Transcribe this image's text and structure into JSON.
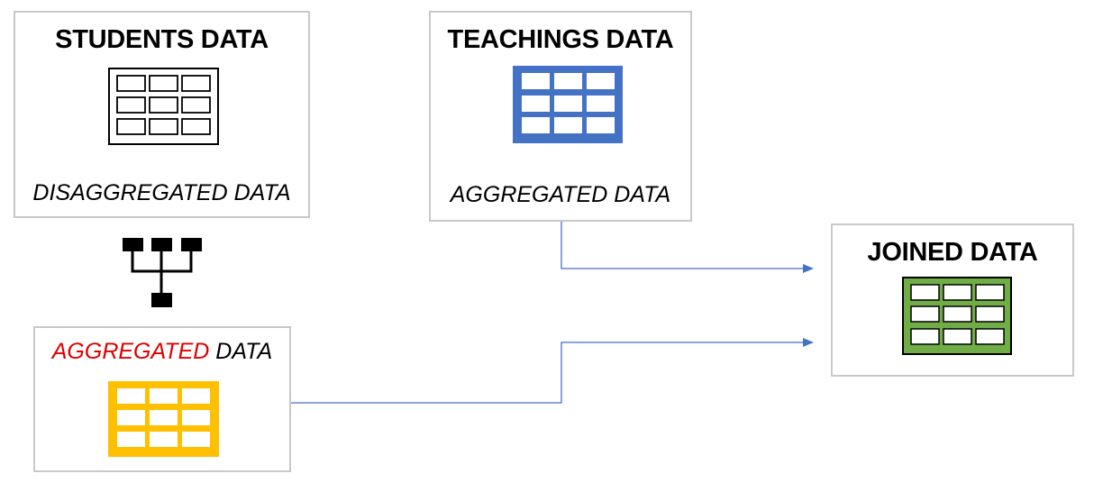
{
  "nodes": {
    "students": {
      "title": "STUDENTS DATA",
      "subtitle": "DISAGGREGATED DATA"
    },
    "teachings": {
      "title": "TEACHINGS DATA",
      "subtitle": "AGGREGATED DATA"
    },
    "aggregated": {
      "title_accent": "AGGREGATED",
      "title_rest": " DATA"
    },
    "joined": {
      "title": "JOINED DATA"
    }
  },
  "colors": {
    "border": "#c8c8c8",
    "students_table": "#000000",
    "teachings_table": "#4472c4",
    "aggregated_table": "#ffc000",
    "joined_table": "#70ad47",
    "connector": "#4472c4",
    "accent_text": "#e00000"
  },
  "icons": {
    "aggregation": "hierarchy-merge-icon",
    "table": "table-grid-icon"
  }
}
